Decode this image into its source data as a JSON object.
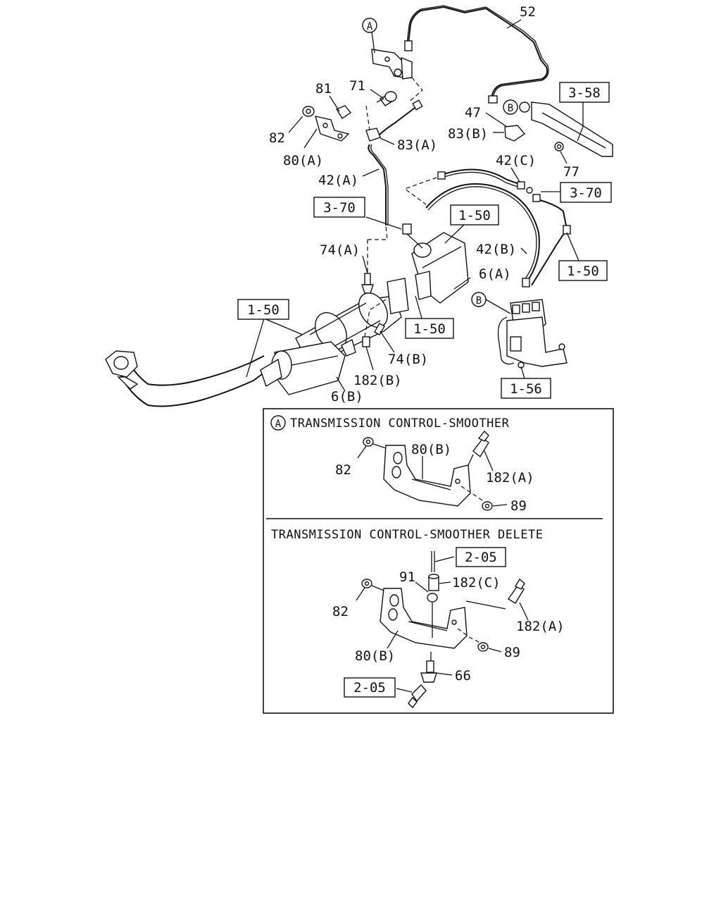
{
  "callouts": {
    "circle_a": "A",
    "circle_b": "B"
  },
  "ref_boxes": {
    "r358": "3-58",
    "r370_left": "3-70",
    "r370_right": "3-70",
    "r150_top": "1-50",
    "r150_right": "1-50",
    "r150_mid": "1-50",
    "r150_left": "1-50",
    "r156": "1-56",
    "r205_a": "2-05",
    "r205_b": "2-05"
  },
  "labels": {
    "p52": "52",
    "p71": "71",
    "p81": "81",
    "p82_top": "82",
    "p80a": "80(A)",
    "p83a": "83(A)",
    "p42a": "42(A)",
    "p47": "47",
    "p83b": "83(B)",
    "p42c": "42(C)",
    "p77": "77",
    "p74a": "74(A)",
    "p42b": "42(B)",
    "p6a": "6(A)",
    "p74b": "74(B)",
    "p182b": "182(B)",
    "p6b": "6(B)"
  },
  "inset": {
    "section1_title": "TRANSMISSION CONTROL-SMOOTHER",
    "section2_title": "TRANSMISSION CONTROL-SMOOTHER DELETE",
    "s1": {
      "p82": "82",
      "p80b": "80(B)",
      "p182a": "182(A)",
      "p89": "89"
    },
    "s2": {
      "p82": "82",
      "p91": "91",
      "p182c": "182(C)",
      "p182a": "182(A)",
      "p80b": "80(B)",
      "p89": "89",
      "p66": "66"
    }
  }
}
